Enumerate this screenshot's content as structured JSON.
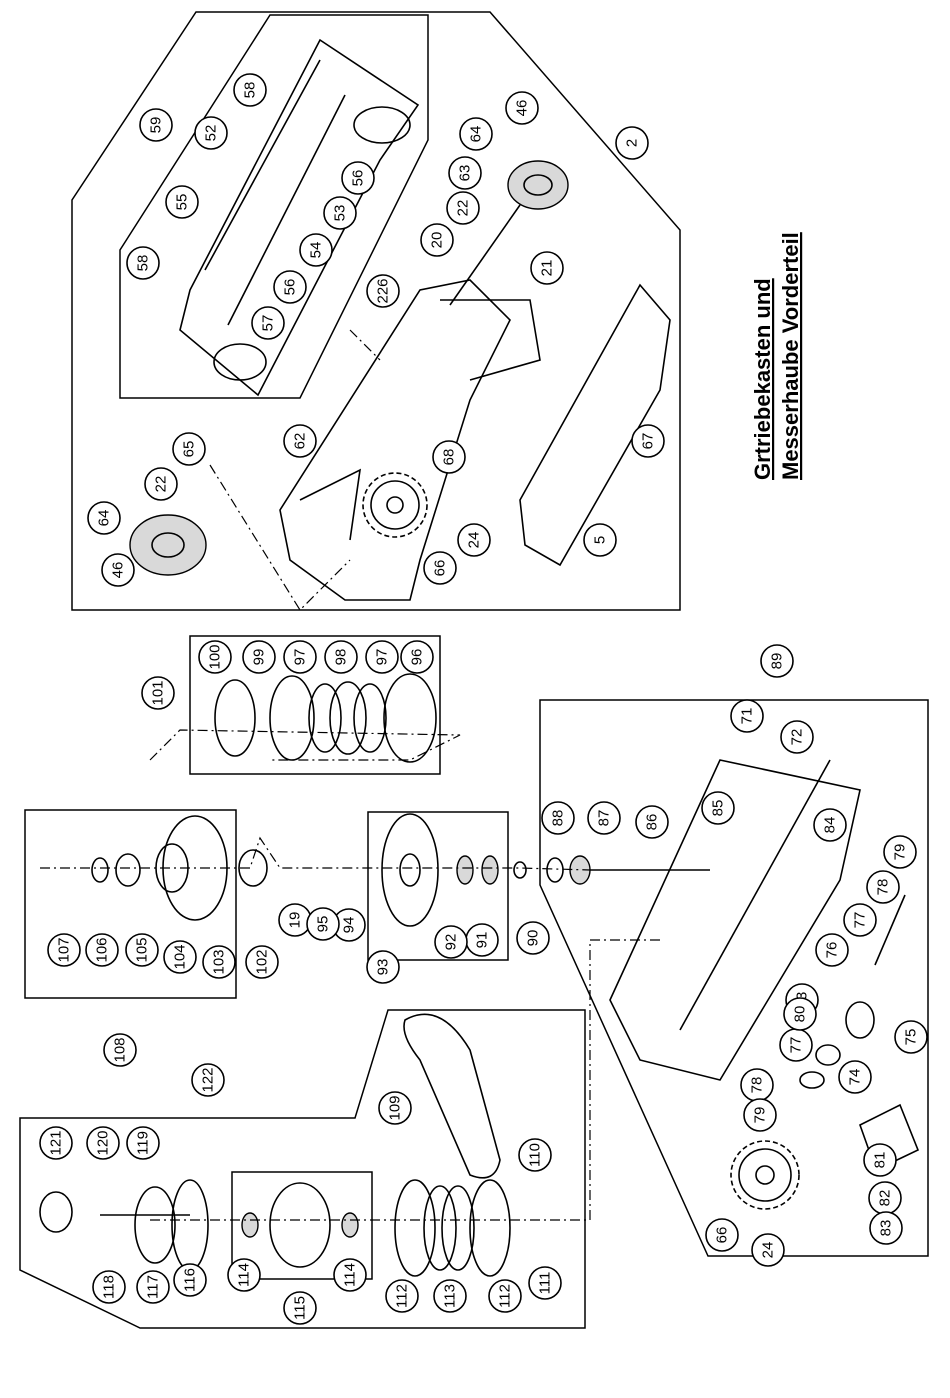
{
  "title": {
    "line1": "Grtriebekasten und",
    "line2": "Messerhaube Vorderteil"
  },
  "callouts": [
    "2",
    "5",
    "19",
    "20",
    "21",
    "22",
    "22",
    "24",
    "24",
    "46",
    "46",
    "52",
    "53",
    "54",
    "55",
    "56",
    "56",
    "57",
    "58",
    "58",
    "59",
    "62",
    "63",
    "64",
    "64",
    "65",
    "66",
    "66",
    "67",
    "68",
    "71",
    "72",
    "73",
    "74",
    "75",
    "76",
    "77",
    "77",
    "78",
    "78",
    "79",
    "79",
    "80",
    "81",
    "82",
    "83",
    "84",
    "85",
    "86",
    "87",
    "88",
    "89",
    "90",
    "91",
    "92",
    "93",
    "94",
    "95",
    "96",
    "97",
    "97",
    "98",
    "99",
    "100",
    "101",
    "102",
    "103",
    "104",
    "105",
    "106",
    "107",
    "108",
    "109",
    "110",
    "111",
    "112",
    "112",
    "113",
    "114",
    "114",
    "115",
    "116",
    "117",
    "118",
    "119",
    "120",
    "121",
    "122",
    "226"
  ]
}
